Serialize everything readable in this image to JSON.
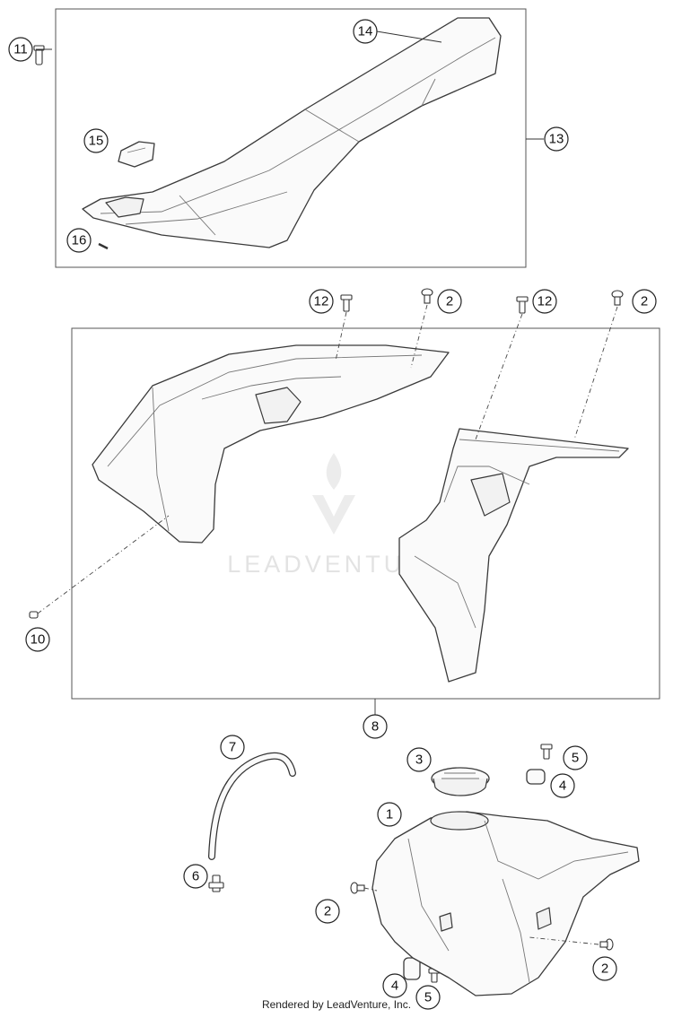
{
  "watermark": {
    "text": "LEADVENTURE"
  },
  "footer": {
    "text": "Rendered by LeadVenture, Inc."
  },
  "callouts": [
    {
      "id": "c11a",
      "label": "11"
    },
    {
      "id": "c14",
      "label": "14"
    },
    {
      "id": "c13",
      "label": "13"
    },
    {
      "id": "c15",
      "label": "15"
    },
    {
      "id": "c16",
      "label": "16"
    },
    {
      "id": "c12a",
      "label": "12"
    },
    {
      "id": "c2a",
      "label": "2"
    },
    {
      "id": "c12b",
      "label": "12"
    },
    {
      "id": "c2b",
      "label": "2"
    },
    {
      "id": "c10",
      "label": "10"
    },
    {
      "id": "c8",
      "label": "8"
    },
    {
      "id": "c7",
      "label": "7"
    },
    {
      "id": "c3",
      "label": "3"
    },
    {
      "id": "c5a",
      "label": "5"
    },
    {
      "id": "c4a",
      "label": "4"
    },
    {
      "id": "c1",
      "label": "1"
    },
    {
      "id": "c6",
      "label": "6"
    },
    {
      "id": "c2c",
      "label": "2"
    },
    {
      "id": "c2d",
      "label": "2"
    },
    {
      "id": "c4b",
      "label": "4"
    },
    {
      "id": "c5b",
      "label": "5"
    }
  ]
}
